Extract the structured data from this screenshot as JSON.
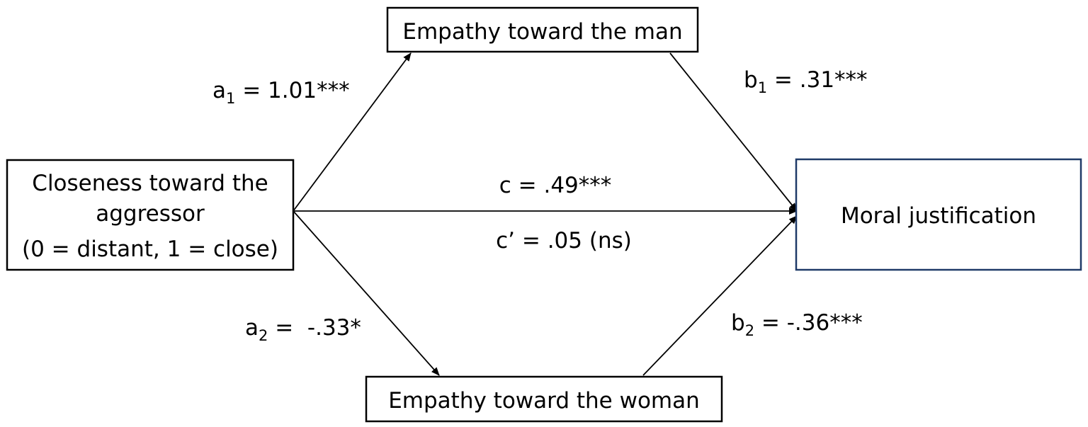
{
  "nodes": {
    "predictor": {
      "lines": [
        "Closeness toward the",
        "aggressor",
        "(0 = distant, 1 = close)"
      ],
      "border_color": "#000000"
    },
    "mediator_man": {
      "label": "Empathy toward the man",
      "border_color": "#000000"
    },
    "mediator_woman": {
      "label": "Empathy toward the woman",
      "border_color": "#000000"
    },
    "outcome": {
      "label": "Moral justification",
      "border_color": "#1f3a68"
    }
  },
  "paths": {
    "a1": {
      "symbol": "a",
      "sub": "1",
      "value": " = 1.01***"
    },
    "a2": {
      "symbol": "a",
      "sub": "2",
      "value": " =  -.33*"
    },
    "b1": {
      "symbol": "b",
      "sub": "1",
      "value": " = .31***"
    },
    "b2": {
      "symbol": "b",
      "sub": "2",
      "value": " = -.36***"
    },
    "c_total": {
      "label": "c = .49***"
    },
    "c_direct": {
      "label": "c’ = .05 (ns)"
    }
  }
}
